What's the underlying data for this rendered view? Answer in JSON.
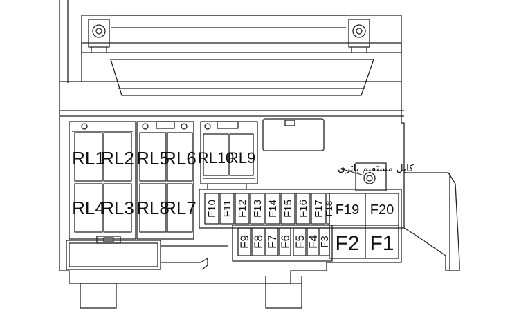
{
  "relays": [
    {
      "id": "rl1",
      "label": "RL1"
    },
    {
      "id": "rl2",
      "label": "RL2"
    },
    {
      "id": "rl5",
      "label": "RL5"
    },
    {
      "id": "rl6",
      "label": "RL6"
    },
    {
      "id": "rl4",
      "label": "RL4"
    },
    {
      "id": "rl3",
      "label": "RL3"
    },
    {
      "id": "rl8",
      "label": "RL8"
    },
    {
      "id": "rl7",
      "label": "RL7"
    },
    {
      "id": "rl10",
      "label": "RL10"
    },
    {
      "id": "rl9",
      "label": "RL9"
    }
  ],
  "fuses_upper": [
    "F10",
    "F11",
    "F12",
    "F13",
    "F14",
    "F15",
    "F16",
    "F17",
    "F18"
  ],
  "fuses_lower": [
    "F9",
    "F8",
    "F7",
    "F6",
    "F5",
    "F4",
    "F3"
  ],
  "fuses_maxi": [
    "F19",
    "F20",
    "F2",
    "F1"
  ],
  "callout": {
    "text": "کابل مستقیم باتری"
  }
}
